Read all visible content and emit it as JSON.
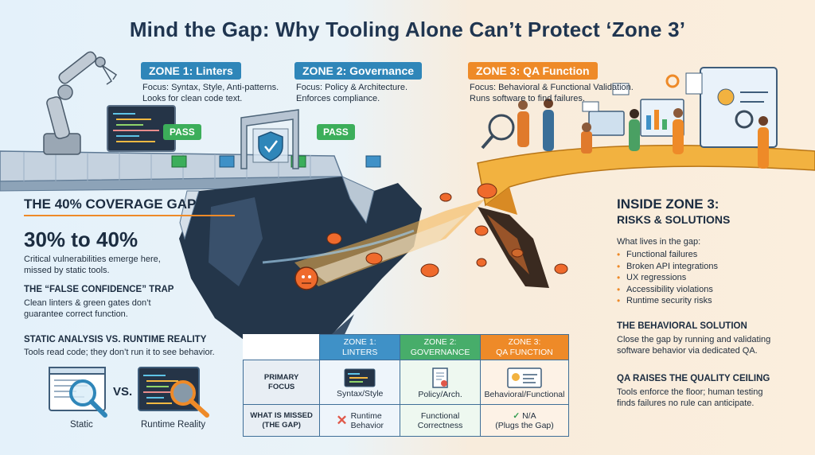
{
  "title": "Mind the Gap: Why Tooling Alone Can’t Protect ‘Zone 3’",
  "zones": [
    {
      "name": "ZONE 1: Linters",
      "focus": "Focus: Syntax, Style, Anti-patterns.",
      "desc": "Looks for clean code text."
    },
    {
      "name": "ZONE 2: Governance",
      "focus": "Focus: Policy & Architecture.",
      "desc": "Enforces compliance."
    },
    {
      "name": "ZONE 3: QA Function",
      "focus": "Focus: Behavioral & Functional Validation.",
      "desc": "Runs software to find failures."
    }
  ],
  "pass_label": "PASS",
  "na_label": "N/A",
  "left": {
    "gap_heading": "THE 40% COVERAGE GAP",
    "stat": "30% to 40%",
    "stat_desc": [
      "Critical vulnerabilities emerge here,",
      "missed by static tools."
    ],
    "trap_heading": "THE “FALSE CONFIDENCE” TRAP",
    "trap_desc": [
      "Clean linters & green gates don’t",
      "guarantee correct function."
    ],
    "static_heading": "STATIC ANALYSIS VS. RUNTIME REALITY",
    "static_desc": "Tools read code; they don’t run it to see behavior.",
    "static_label": "Static",
    "vs_label": "VS.",
    "runtime_label": "Runtime Reality"
  },
  "right": {
    "heading1": "INSIDE ZONE 3:",
    "heading2": "RISKS & SOLUTIONS",
    "gap_intro": "What lives in the gap:",
    "gap_items": [
      "Functional failures",
      "Broken API integrations",
      "UX regressions",
      "Accessibility violations",
      "Runtime security risks"
    ],
    "behav_heading": "THE BEHAVIORAL SOLUTION",
    "behav_desc": [
      "Close the gap by running and validating",
      "software behavior via dedicated QA."
    ],
    "ceiling_heading": "QA RAISES THE QUALITY CEILING",
    "ceiling_desc": [
      "Tools enforce the floor; human testing",
      "finds failures no rule can anticipate."
    ]
  },
  "table": {
    "headers": [
      {
        "line1": "ZONE 1:",
        "line2": "LINTERS"
      },
      {
        "line1": "ZONE 2:",
        "line2": "GOVERNANCE"
      },
      {
        "line1": "ZONE 3:",
        "line2": "QA FUNCTION"
      }
    ],
    "rows": [
      {
        "label": [
          "PRIMARY",
          "FOCUS"
        ],
        "cells": [
          "Syntax/Style",
          "Policy/Arch.",
          "Behavioral/Functional"
        ]
      },
      {
        "label": [
          "WHAT IS MISSED",
          "(THE GAP)"
        ],
        "cells": [
          [
            "Runtime",
            "Behavior"
          ],
          [
            "Functional",
            "Correctness"
          ],
          [
            "N/A",
            "(Plugs the Gap)"
          ]
        ]
      }
    ]
  },
  "colors": {
    "zone_blue": "#2f86b9",
    "zone_green": "#47ad6a",
    "zone_orange": "#ee8a28",
    "pass_green": "#3cae5a",
    "title": "#1f3550"
  }
}
